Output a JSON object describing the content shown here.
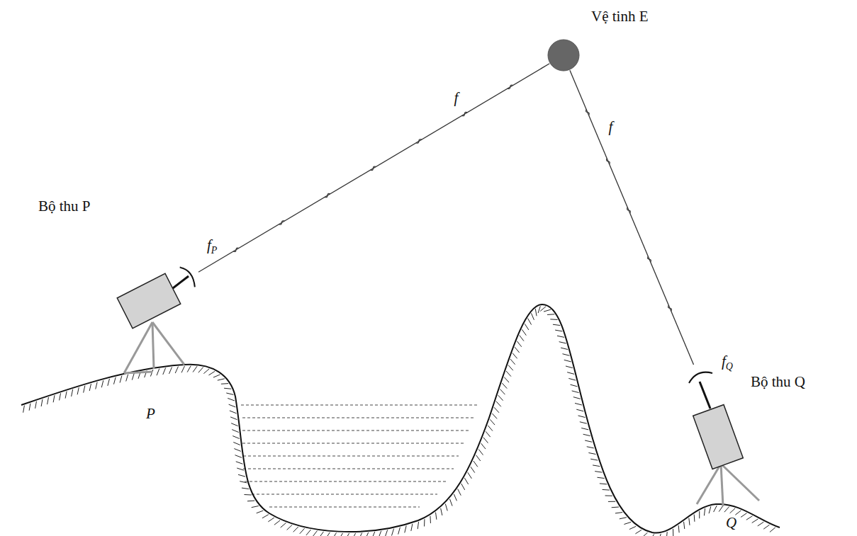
{
  "diagram": {
    "nodes": [
      {
        "text": [
          "Vệ tinh E"
        ]
      },
      {
        "text": [
          "Bộ thu P"
        ]
      },
      {
        "text": [
          "Bộ thu Q"
        ]
      }
    ],
    "edges": [
      {
        "from": 0,
        "to": 1,
        "label": "f",
        "arrow": "none"
      },
      {
        "from": 0,
        "to": 2,
        "label": "f",
        "arrow": "none"
      }
    ],
    "labels": [
      "fP",
      "fQ",
      "P",
      "Q"
    ]
  }
}
